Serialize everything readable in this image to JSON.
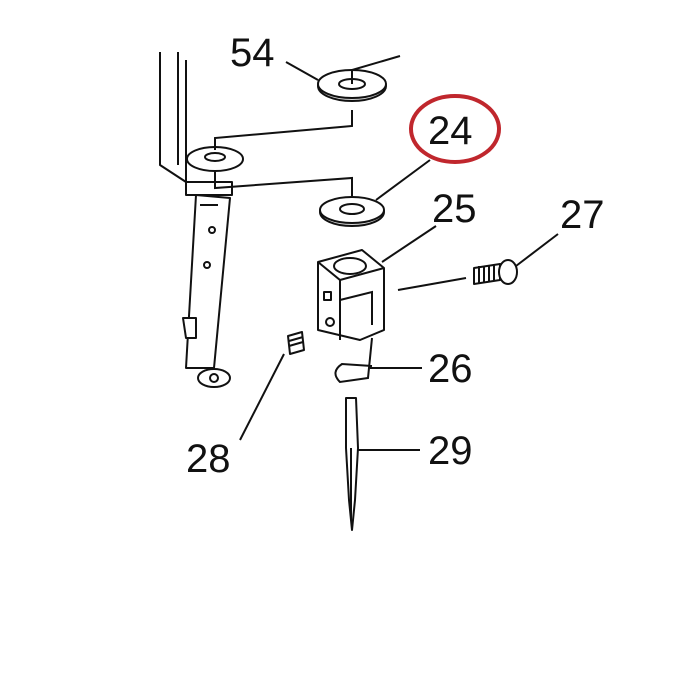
{
  "diagram": {
    "labels": {
      "p54": "54",
      "p24": "24",
      "p25": "25",
      "p26": "26",
      "p27": "27",
      "p28": "28",
      "p29": "29"
    },
    "highlight": {
      "part": "24",
      "color": "#c0272d"
    }
  }
}
